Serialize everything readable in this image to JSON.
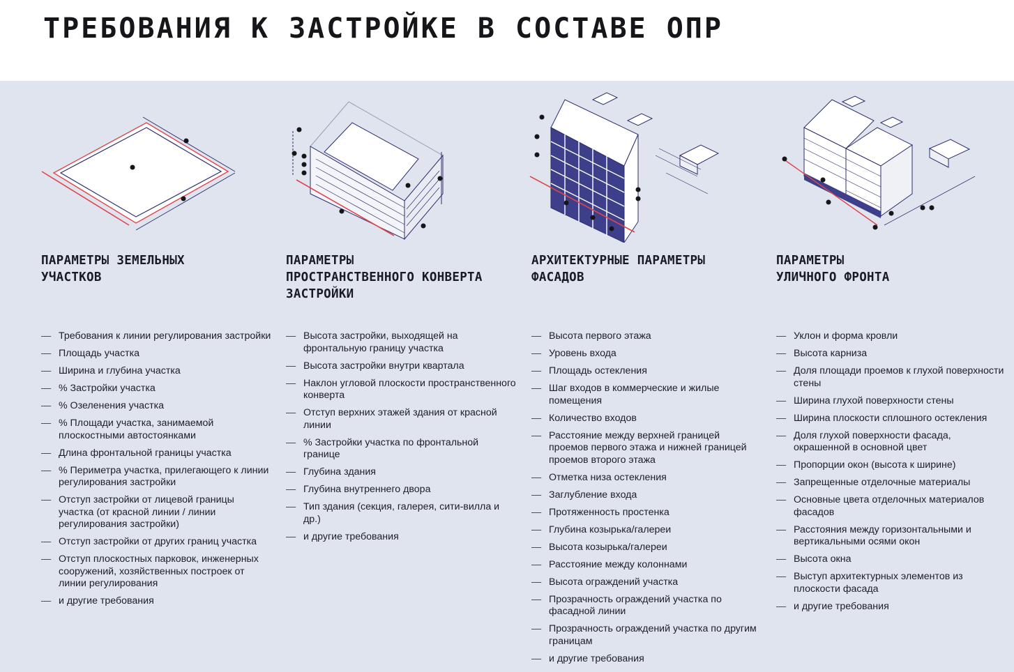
{
  "title": "ТРЕБОВАНИЯ К ЗАСТРОЙКЕ В СОСТАВЕ ОПР",
  "colors": {
    "background": "#dfe4ee",
    "header": "#ffffff",
    "line_red": "#e0454a",
    "line_navy": "#2d2e6e",
    "dark": "#1a1a22"
  },
  "columns": [
    {
      "title": "ПАРАМЕТРЫ ЗЕМЕЛЬНЫХ\nУЧАСТКОВ",
      "icon": "land-plot-diagram",
      "items": [
        "Требования к линии регулирования застройки",
        "Площадь участка",
        "Ширина и глубина участка",
        "% Застройки участка",
        "% Озеленения участка",
        "% Площади участка, занимаемой плоскостными автостоянками",
        "Длина фронтальной границы участка",
        "% Периметра участка, прилегающего к линии регулирования застройки",
        "Отступ застройки от лицевой границы участка (от красной линии / линии регулирования застройки)",
        "Отступ застройки от других границ участка",
        "Отступ плоскостных парковок, инженерных сооружений, хозяйственных построек от линии регулирования",
        "и другие требования"
      ]
    },
    {
      "title": "ПАРАМЕТРЫ\nПРОСТРАНСТВЕННОГО КОНВЕРТА\nЗАСТРОЙКИ",
      "icon": "building-envelope-diagram",
      "items": [
        "Высота застройки, выходящей на фронтальную границу участка",
        "Высота застройки внутри квартала",
        "Наклон угловой плоскости пространственного конверта",
        "Отступ верхних этажей здания от красной линии",
        "% Застройки участка по фронтальной границе",
        "Глубина здания",
        "Глубина внутреннего двора",
        "Тип здания (секция, галерея, сити-вилла и др.)",
        "и другие требования"
      ]
    },
    {
      "title": "АРХИТЕКТУРНЫЕ ПАРАМЕТРЫ\nФАСАДОВ",
      "icon": "facade-diagram",
      "items": [
        "Высота первого этажа",
        "Уровень входа",
        "Площадь остекления",
        "Шаг входов в коммерческие и жилые помещения",
        "Количество входов",
        "Расстояние между верхней границей проемов первого этажа и нижней границей проемов второго этажа",
        "Отметка низа остекления",
        "Заглубление входа",
        "Протяженность простенка",
        "Глубина козырька/галереи",
        "Высота козырька/галереи",
        "Расстояние между колоннами",
        "Высота ограждений участка",
        "Прозрачность ограждений участка по фасадной линии",
        "Прозрачность ограждений участка по другим границам",
        "и другие требования"
      ]
    },
    {
      "title": "ПАРАМЕТРЫ\nУЛИЧНОГО ФРОНТА",
      "icon": "street-front-diagram",
      "items": [
        "Уклон и форма кровли",
        "Высота карниза",
        "Доля площади проемов к глухой поверхности стены",
        "Ширина глухой поверхности стены",
        "Ширина плоскости сплошного остекления",
        "Доля глухой поверхности фасада, окрашенной в основной цвет",
        "Пропорции окон (высота к ширине)",
        "Запрещенные отделочные материалы",
        "Основные цвета отделочных материалов фасадов",
        "Расстояния между горизонтальными и вертикальными осями окон",
        "Высота окна",
        "Выступ архитектурных элементов из плоскости фасада",
        "и другие требования"
      ]
    }
  ]
}
